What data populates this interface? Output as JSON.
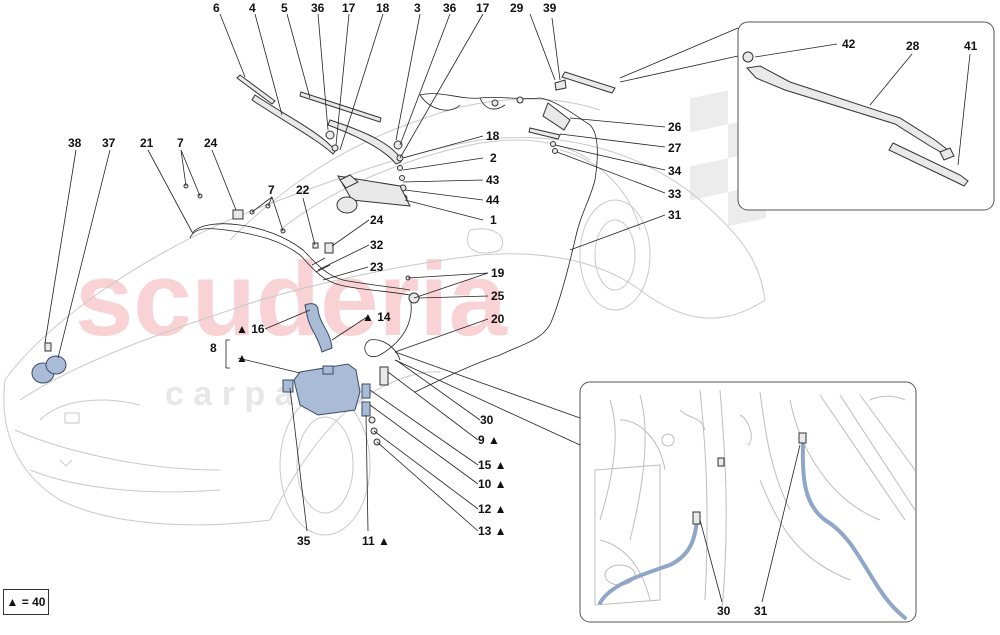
{
  "watermark": {
    "line1": "scuderia",
    "line2": "c a r   p a r t s",
    "color": "#f3b8bc"
  },
  "colors": {
    "part_fill": "#aabbd6",
    "line": "#222222"
  },
  "triangle_symbol": "▲",
  "legend": "▲ = 40",
  "labels": [
    {
      "id": "6",
      "text": "6"
    },
    {
      "id": "4",
      "text": "4"
    },
    {
      "id": "5",
      "text": "5"
    },
    {
      "id": "36a",
      "text": "36"
    },
    {
      "id": "17a",
      "text": "17"
    },
    {
      "id": "18a",
      "text": "18"
    },
    {
      "id": "3",
      "text": "3"
    },
    {
      "id": "36b",
      "text": "36"
    },
    {
      "id": "17b",
      "text": "17"
    },
    {
      "id": "29",
      "text": "29"
    },
    {
      "id": "39",
      "text": "39"
    },
    {
      "id": "42",
      "text": "42"
    },
    {
      "id": "28",
      "text": "28"
    },
    {
      "id": "41",
      "text": "41"
    },
    {
      "id": "26",
      "text": "26"
    },
    {
      "id": "27",
      "text": "27"
    },
    {
      "id": "34",
      "text": "34"
    },
    {
      "id": "33",
      "text": "33"
    },
    {
      "id": "18b",
      "text": "18"
    },
    {
      "id": "2",
      "text": "2"
    },
    {
      "id": "43",
      "text": "43"
    },
    {
      "id": "44",
      "text": "44"
    },
    {
      "id": "1",
      "text": "1"
    },
    {
      "id": "31a",
      "text": "31"
    },
    {
      "id": "38",
      "text": "38"
    },
    {
      "id": "37",
      "text": "37"
    },
    {
      "id": "21",
      "text": "21"
    },
    {
      "id": "7a",
      "text": "7"
    },
    {
      "id": "24a",
      "text": "24"
    },
    {
      "id": "7b",
      "text": "7"
    },
    {
      "id": "22",
      "text": "22"
    },
    {
      "id": "24b",
      "text": "24"
    },
    {
      "id": "32",
      "text": "32"
    },
    {
      "id": "23",
      "text": "23"
    },
    {
      "id": "19",
      "text": "19"
    },
    {
      "id": "25",
      "text": "25"
    },
    {
      "id": "20",
      "text": "20"
    },
    {
      "id": "16",
      "text": "▲ 16"
    },
    {
      "id": "14",
      "text": "▲ 14"
    },
    {
      "id": "8",
      "text": "8"
    },
    {
      "id": "8tri",
      "text": "▲"
    },
    {
      "id": "30a",
      "text": "30"
    },
    {
      "id": "9",
      "text": "9 ▲"
    },
    {
      "id": "15",
      "text": "15 ▲"
    },
    {
      "id": "10",
      "text": "10 ▲"
    },
    {
      "id": "12",
      "text": "12 ▲"
    },
    {
      "id": "13",
      "text": "13 ▲"
    },
    {
      "id": "35",
      "text": "35"
    },
    {
      "id": "11",
      "text": "11 ▲"
    },
    {
      "id": "30b",
      "text": "30"
    },
    {
      "id": "31b",
      "text": "31"
    }
  ]
}
